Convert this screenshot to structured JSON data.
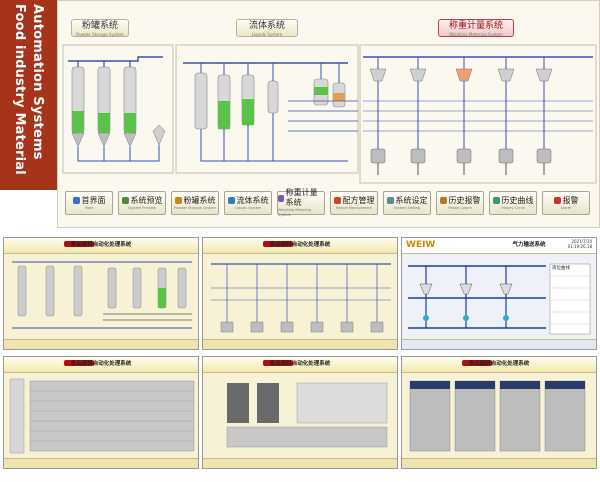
{
  "banner": {
    "line1": "Food industry Material",
    "line2": "Automation Systems"
  },
  "main": {
    "sections": [
      {
        "id": "powder",
        "label": "粉罐系统",
        "sub": "Powder Storage System"
      },
      {
        "id": "liquid",
        "label": "流体系统",
        "sub": "Liquids System"
      },
      {
        "id": "weigh",
        "label": "称重计量系统",
        "sub": "Weighing Metering System"
      }
    ],
    "nav": [
      {
        "label": "首界面",
        "sub": "Main"
      },
      {
        "label": "系统预览",
        "sub": "System Preview"
      },
      {
        "label": "粉罐系统",
        "sub": "Powder Storage System"
      },
      {
        "label": "流体系统",
        "sub": "Liquids System"
      },
      {
        "label": "称重计量系统",
        "sub": "Weighing Metering System"
      },
      {
        "label": "配方管理",
        "sub": "Recipe Management"
      },
      {
        "label": "系统设定",
        "sub": "System Setting"
      },
      {
        "label": "历史报警",
        "sub": "History Alarm"
      },
      {
        "label": "历史曲线",
        "sub": "History Curve"
      },
      {
        "label": "报警",
        "sub": "Alarm"
      }
    ],
    "nav_icon_colors": [
      "#3a6bd0",
      "#4a8a3a",
      "#c0871f",
      "#2f7fc0",
      "#7a5ab0",
      "#c04a2a",
      "#5a8a9a",
      "#b07a2a",
      "#3a9a6a",
      "#d03030"
    ]
  },
  "thumbnails": [
    {
      "title": "食品原料自动化处理系统",
      "kind": "tanks"
    },
    {
      "title": "食品原料自动化处理系统",
      "kind": "pipes"
    },
    {
      "title": "气力输送系统",
      "kind": "pneumatic",
      "brand": "WEIW",
      "side_label": "液位曲线",
      "date": "2021/7/10",
      "time": "01:19:26.18"
    },
    {
      "title": "食品原料自动化处理系统",
      "kind": "table"
    },
    {
      "title": "食品原料自动化处理系统",
      "kind": "table"
    },
    {
      "title": "食品原料自动化处理系统",
      "kind": "grid"
    }
  ]
}
